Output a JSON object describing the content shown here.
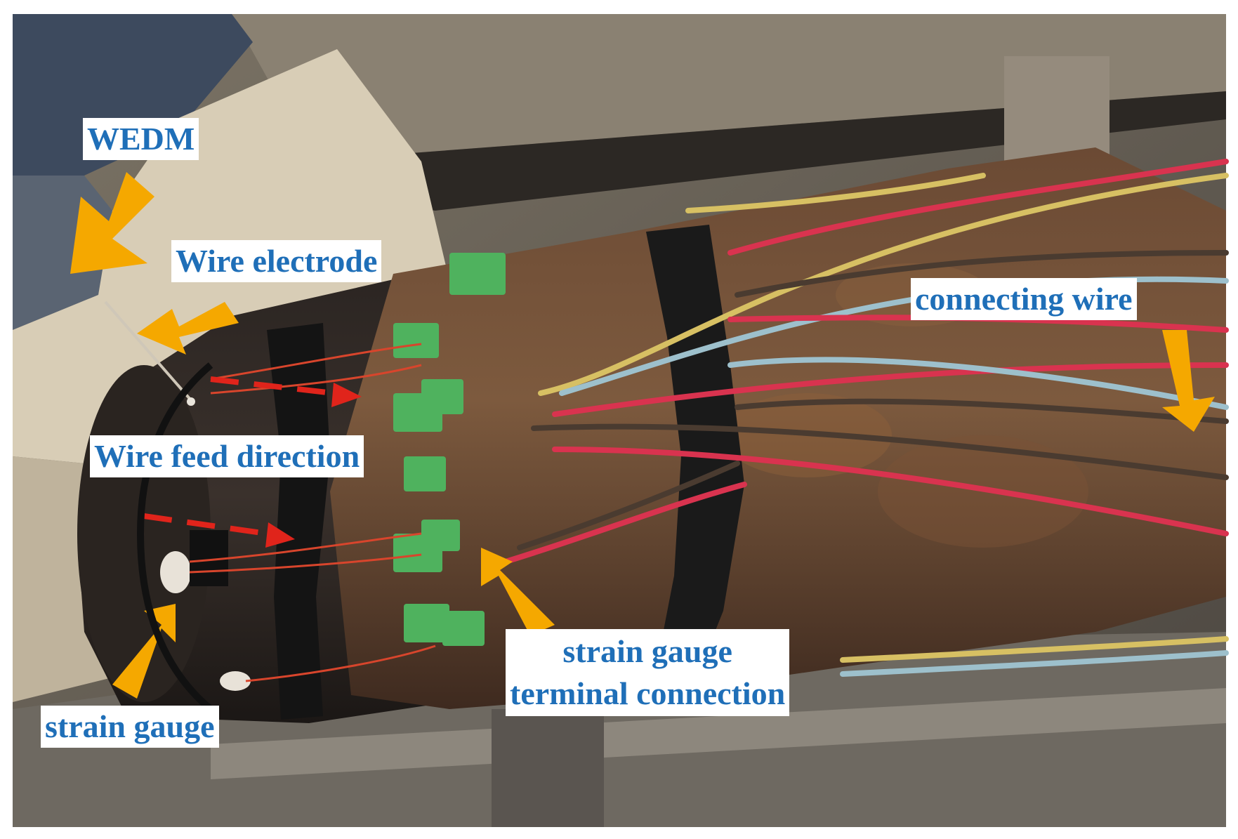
{
  "figure": {
    "labels": {
      "wedm": "WEDM",
      "wire_electrode": "Wire electrode",
      "wire_feed_direction": "Wire feed direction",
      "strain_gauge": "strain gauge",
      "terminal_line1": "strain gauge",
      "terminal_line2": "terminal connection",
      "connecting_wire": "connecting wire"
    },
    "colors": {
      "label_text": "#1f6fb8",
      "label_background": "#ffffff",
      "arrow": "#f5a800",
      "feed_arrow": "#e0241b",
      "specimen": "#5b4332",
      "green_tabs": "#4fb25e",
      "tape": "#1c1c1c"
    }
  }
}
